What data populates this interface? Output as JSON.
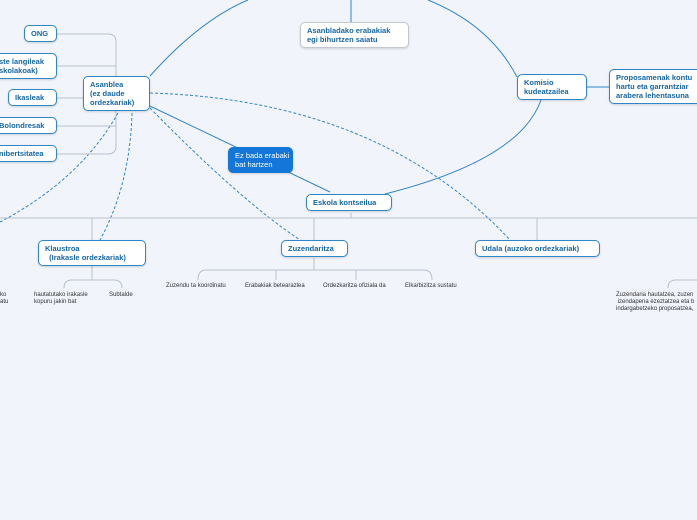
{
  "nodes": {
    "ong": "ONG",
    "langileak": "ste langileak\nskolakoak)",
    "ikasleak": "Ikasleak",
    "bolondresak": "Bolondresak",
    "unibertsitatea": "nibertsitatea",
    "asanblea": "Asanblea\n(ez daude\nordezkariak)",
    "asanbladako": "Asanbladako erabakiak\negi bihurtzen saiatu",
    "komisio": "Komisio\nkudeatzailea",
    "proposamenak": "Proposamenak kontu\nhartu eta garrantziar\narabera lehentasuna",
    "ez_bada": "Ez bada erabaki\nbat hartzen",
    "eskola_kontseilua": "Eskola kontseilua",
    "klaustroa": "Klaustroa\n  (Irakasle ordezkariak)",
    "zuzendaritza": "Zuzendaritza",
    "udala": "Udala (auzoko ordezkariak)"
  },
  "leaves": {
    "zuzendu": "Zuzendu ta koordinatu",
    "erabakiak": "Erabakiak betearazlea",
    "ordezkaritza": "Ordezkaritza ofiziala da",
    "elkarbizitza": "Elkarbizitza sustatu",
    "left_cut": "ko\natu",
    "hautatutako": "hautatutako irakasle\nkopuru jakin bat",
    "subtaldea": "Subtalde",
    "zuzendaria": "Zuzendaria hautatzea, zuzen\n izendapena ezeztatzea eta b\nindargabetzeko proposatzea,"
  }
}
